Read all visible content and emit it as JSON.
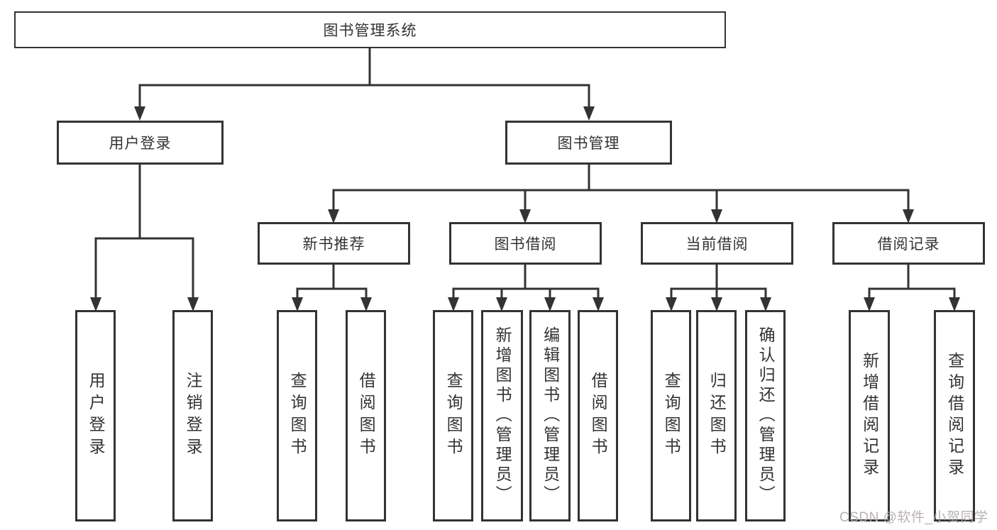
{
  "nodes": {
    "root": "图书管理系统",
    "branches": [
      {
        "label": "用户登录",
        "children": [
          "用户登录",
          "注销登录"
        ]
      },
      {
        "label": "图书管理",
        "sections": [
          {
            "label": "新书推荐",
            "children": [
              "查询图书",
              "借阅图书"
            ]
          },
          {
            "label": "图书借阅",
            "children": [
              "查询图书",
              "新增图书（管理员）",
              "编辑图书（管理员）",
              "借阅图书"
            ]
          },
          {
            "label": "当前借阅",
            "children": [
              "查询图书",
              "归还图书",
              "确认归还（管理员）"
            ]
          },
          {
            "label": "借阅记录",
            "children": [
              "新增借阅记录",
              "查询借阅记录"
            ]
          }
        ]
      }
    ]
  },
  "watermark": {
    "text": "CSDN @软件_小贺同学"
  },
  "colors": {
    "line": "#333333",
    "box_border": "#333333",
    "text": "#333333",
    "watermark": "#b2aaaf",
    "background": "#ffffff"
  }
}
